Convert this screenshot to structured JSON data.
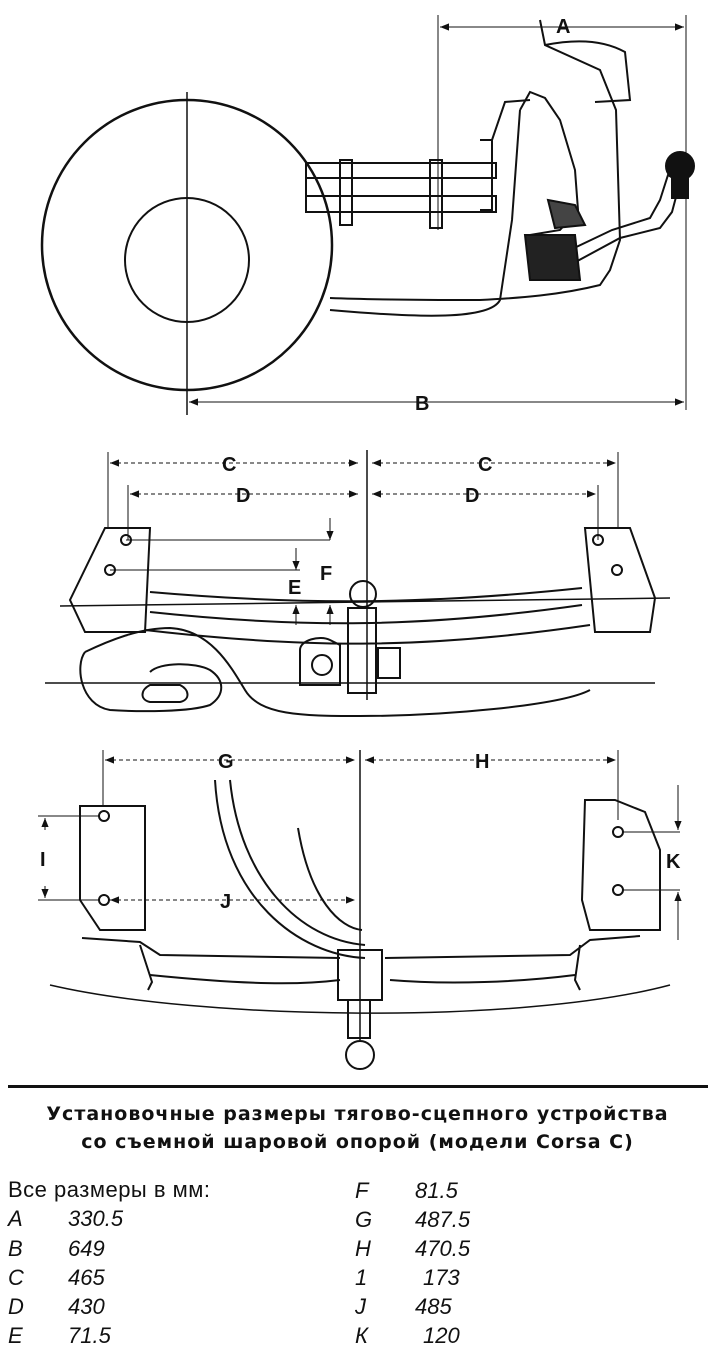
{
  "figure": {
    "labels": {
      "A": "A",
      "B": "B",
      "C_left": "C",
      "C_right": "C",
      "D_left": "D",
      "D_right": "D",
      "E": "E",
      "F": "F",
      "G": "G",
      "H": "H",
      "I": "I",
      "J": "J",
      "K": "K"
    }
  },
  "caption": {
    "line1": "Установочные размеры тягово-сцепного устройства",
    "line2": "со съемной шаровой опорой (модели Corsa C)"
  },
  "legend": {
    "heading": "Все размеры в мм:",
    "left": [
      {
        "key": "A",
        "value": "330.5"
      },
      {
        "key": "B",
        "value": "649"
      },
      {
        "key": "C",
        "value": "465"
      },
      {
        "key": "D",
        "value": "430"
      },
      {
        "key": "E",
        "value": "71.5"
      }
    ],
    "right": [
      {
        "key": "F",
        "value": "81.5"
      },
      {
        "key": "G",
        "value": "487.5"
      },
      {
        "key": "H",
        "value": "470.5"
      },
      {
        "key": "1",
        "value": "173"
      },
      {
        "key": "J",
        "value": "485"
      },
      {
        "key": "К",
        "value": "120"
      }
    ]
  }
}
